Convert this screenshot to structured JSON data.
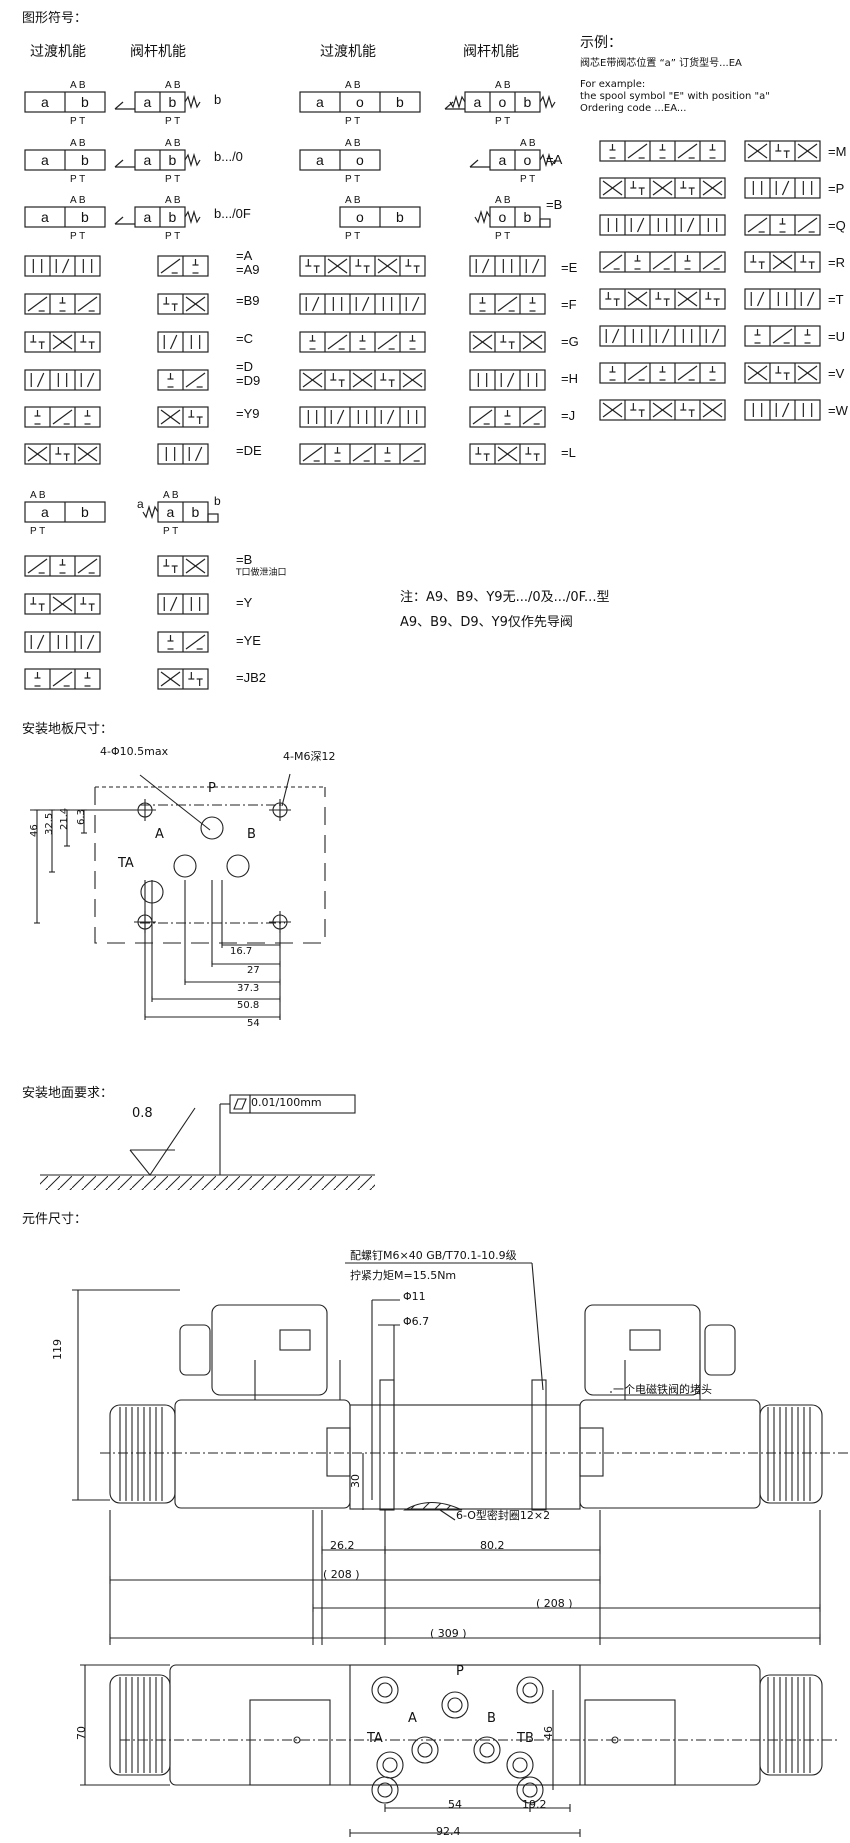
{
  "section_titles": {
    "symbols": "图形符号：",
    "plate": "安装地板尺寸：",
    "surface": "安装地面要求：",
    "component": "元件尺寸："
  },
  "column_headers": {
    "transition_1": "过渡机能",
    "spool_1": "阀杆机能",
    "transition_2": "过渡机能",
    "spool_2": "阀杆机能"
  },
  "example": {
    "title": "示例：",
    "line1": "阀芯E带阀芯位置 “a” 订货型号...EA",
    "line2": "For example:",
    "line3": "the spool symbol \"E\" with position \"a\"",
    "line4": "Ordering code ...EA..."
  },
  "port_labels": {
    "ab": "A B",
    "pt": "P T"
  },
  "spool_letters": {
    "a": "a",
    "b": "b",
    "o": "o"
  },
  "variant_suffixes": [
    "b",
    "b.../0",
    "b.../0F"
  ],
  "left_codes": [
    "=A\n=A9",
    "=B9",
    "=C",
    "=D\n=D9",
    "=Y9",
    "=DE"
  ],
  "middle_codes": [
    "=E",
    "=F",
    "=G",
    "=H",
    "=J",
    "=L"
  ],
  "right_codes": [
    "=M",
    "=P",
    "=Q",
    "=R",
    "=T",
    "=U",
    "=V",
    "=W"
  ],
  "special_codes": {
    "eqA": "=A",
    "eqB": "=B"
  },
  "lower_codes": [
    "=B",
    "=Y",
    "=YE",
    "=JB2"
  ],
  "b_note": "T口做泄油口",
  "notes": {
    "line1": "注：A9、B9、Y9无.../0及.../0F...型",
    "line2": "A9、B9、D9、Y9仅作先导阀"
  },
  "plate_dims": {
    "holes": "4-Φ10.5max",
    "thread": "4-M6深12",
    "P": "P",
    "A": "A",
    "B": "B",
    "TA": "TA",
    "v46": "46",
    "v32_5": "32.5",
    "v21_4": "21.4",
    "v6_3": "6.3",
    "h16_7": "16.7",
    "h27": "27",
    "h37_3": "37.3",
    "h50_8": "50.8",
    "h54": "54"
  },
  "surface": {
    "roughness": "0.8",
    "flatness": "0.01/100mm"
  },
  "component_dims": {
    "screw1": "配螺钉M6×40 GB/T70.1-10.9级",
    "screw2": "拧紧力矩M=15.5Nm",
    "phi11": "Φ11",
    "phi6_7": "Φ6.7",
    "plug": "一个电磁铁阀的堵头",
    "oring": "6-O型密封圈12×2",
    "h119": "119",
    "h30": "30",
    "w26_2": "26.2",
    "w80_2": "80.2",
    "w208a": "( 208 )",
    "w208b": "( 208 )",
    "w309": "( 309 )",
    "h70": "70",
    "h46": "46",
    "w54": "54",
    "w19_2": "19.2",
    "w92_4": "92.4",
    "P": "P",
    "A": "A",
    "B": "B",
    "TA": "TA",
    "TB": "TB"
  }
}
